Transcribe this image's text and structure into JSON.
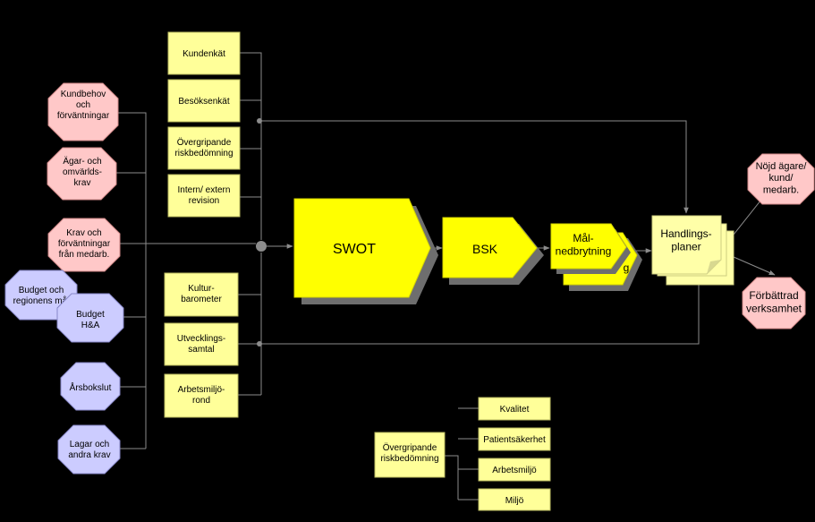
{
  "colors": {
    "background": "#000000",
    "input_box_fill": "#ffff99",
    "main_arrow_fill": "#ffff00",
    "pink_octagon": "#ffc8c8",
    "lavender_octagon": "#ccccff",
    "connector": "#8c8c8c",
    "shadow": "#6e6e6e"
  },
  "survey_inputs": [
    "Kundenkät",
    "Besöksenkät",
    "Övergripande riskbedömning",
    "Intern/ extern revision"
  ],
  "staff_inputs": [
    "Kultur-barometer",
    "Utvecklings-samtal",
    "Arbetsmiljö-rond"
  ],
  "requirement_sources": [
    {
      "text": "Kundbehov och förväntningar",
      "color": "pink"
    },
    {
      "text": "Ägar- och omvärlds-krav",
      "color": "pink"
    },
    {
      "text": "Krav och förväntningar från medarb.",
      "color": "pink"
    },
    {
      "text": "Budget och regionens mål",
      "color": "lavender"
    },
    {
      "text": "Budget H&A",
      "color": "lavender"
    },
    {
      "text": "Årsbokslut",
      "color": "lavender"
    },
    {
      "text": "Lagar och andra krav",
      "color": "lavender"
    }
  ],
  "process": {
    "swot": "SWOT",
    "bsk": "BSK",
    "mal": "Mål-nedbrytning",
    "mal_hidden_fragment": "g",
    "plans": "Handlings-planer"
  },
  "outcomes": [
    "Nöjd ägare/ kund/ medarb.",
    "Förbättrad verksamhet"
  ],
  "risk_breakdown": {
    "root": "Övergripande riskbedömning",
    "children": [
      "Kvalitet",
      "Patientsäkerhet",
      "Arbetsmiljö",
      "Miljö"
    ]
  }
}
